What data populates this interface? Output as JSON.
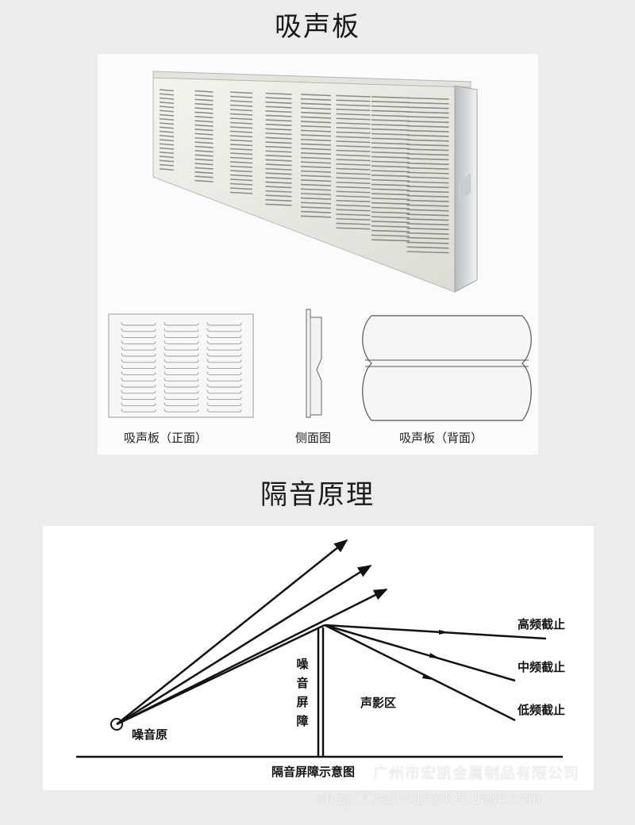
{
  "sections": {
    "panel_title": "吸声板",
    "principle_title": "隔音原理"
  },
  "panel_captions": {
    "front": "吸声板（正面）",
    "side": "侧面图",
    "back": "吸声板（背面）"
  },
  "diagram": {
    "source_label": "噪音原",
    "barrier_label": "噪音屏障",
    "shadow_label": "声影区",
    "high_label": "高频截止",
    "mid_label": "中频截止",
    "low_label": "低频截止",
    "caption": "隔音屏障示意图"
  },
  "watermark": {
    "company": "广州市宏凯金属制品有限公司",
    "shop": "shop777eb34162405.1688.com"
  }
}
